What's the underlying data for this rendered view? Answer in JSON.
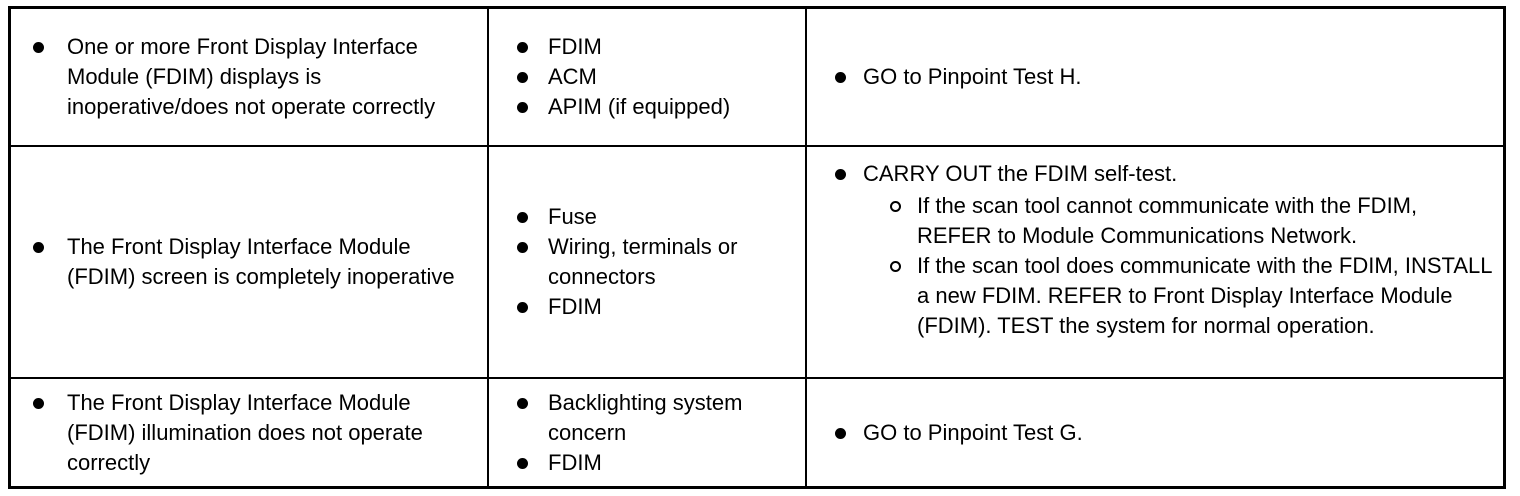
{
  "rows": [
    {
      "symptom": [
        "One or more Front Display Interface Module (FDIM) displays is inoperative/does not operate correctly"
      ],
      "causes": [
        "FDIM",
        "ACM",
        "APIM (if equipped)"
      ],
      "actions": [
        {
          "text": "GO to Pinpoint Test H.",
          "sub": []
        }
      ]
    },
    {
      "symptom": [
        "The Front Display Interface Module (FDIM) screen is completely inoperative"
      ],
      "causes": [
        "Fuse",
        "Wiring, terminals or connectors",
        "FDIM"
      ],
      "actions": [
        {
          "text": "CARRY OUT the FDIM self-test.",
          "sub": [
            "If the scan tool cannot communicate with the FDIM, REFER to Module Communications Network.",
            "If the scan tool does communicate with the FDIM, INSTALL a new FDIM. REFER to Front Display Interface Module (FDIM). TEST the system for normal operation."
          ]
        }
      ]
    },
    {
      "symptom": [
        "The Front Display Interface Module (FDIM) illumination does not operate correctly"
      ],
      "causes": [
        "Backlighting system concern",
        "FDIM"
      ],
      "actions": [
        {
          "text": "GO to Pinpoint Test G.",
          "sub": []
        }
      ]
    }
  ]
}
